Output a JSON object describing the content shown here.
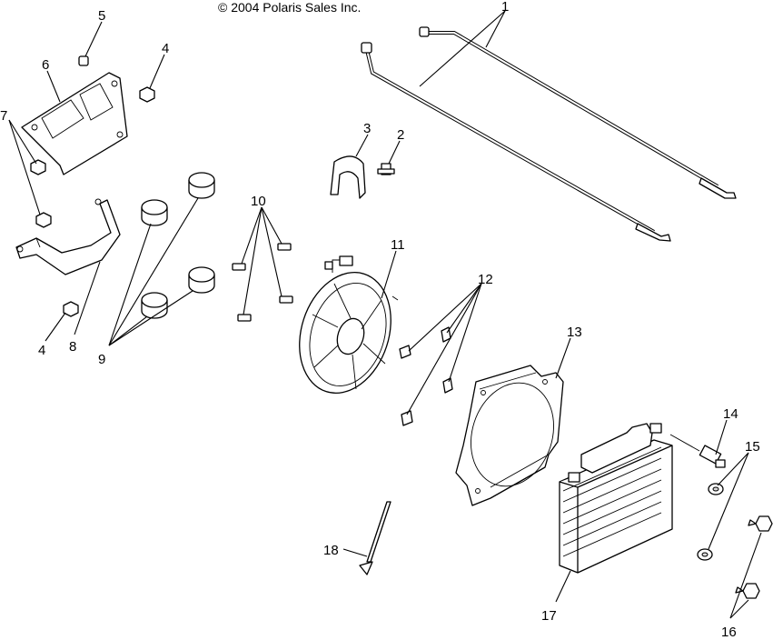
{
  "copyright": "© 2004 Polaris Sales Inc.",
  "callouts": {
    "n1": "1",
    "n2": "2",
    "n3": "3",
    "n4a": "4",
    "n4b": "4",
    "n5": "5",
    "n6": "6",
    "n7": "7",
    "n8": "8",
    "n9": "9",
    "n10": "10",
    "n11": "11",
    "n12": "12",
    "n13": "13",
    "n14": "14",
    "n15": "15",
    "n16": "16",
    "n17": "17",
    "n18": "18"
  }
}
